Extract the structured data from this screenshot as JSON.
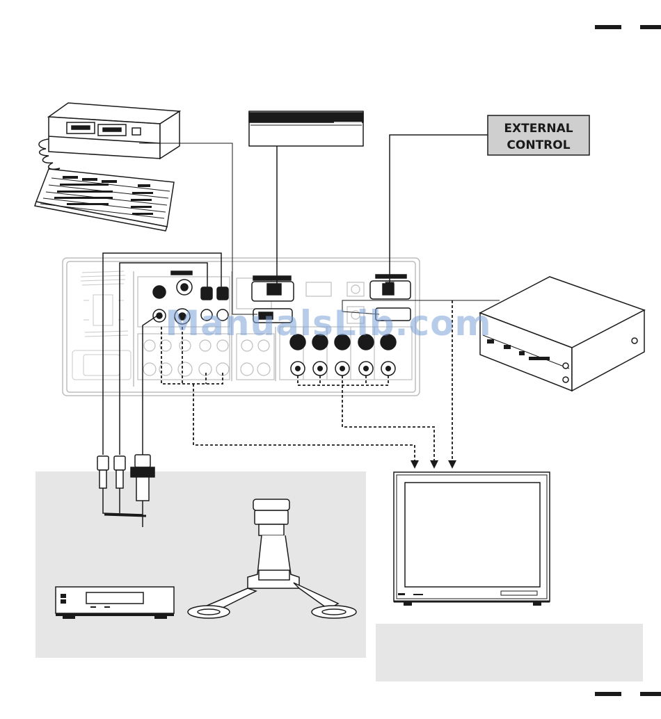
{
  "external_control": {
    "line1": "EXTERNAL",
    "line2": "CONTROL"
  },
  "watermark": "ManualsLib.com",
  "devices": [
    "desktop-computer",
    "keyboard",
    "audio-source-box",
    "external-control-box",
    "rear-connector-panel",
    "dvd-player",
    "vcr",
    "document-camera",
    "crt-monitor"
  ],
  "connections": {
    "solid": [
      "computer-to-panel",
      "audio-to-panel",
      "external-control-to-panel",
      "dvd-to-panel",
      "vcr-cables-to-panel"
    ],
    "dotted": [
      "panel-svideo-to-monitor",
      "panel-rgb-to-monitor",
      "panel-misc-to-monitor"
    ]
  },
  "colors": {
    "line": "#1a1a1a",
    "panel_gray": "#e6e6e6",
    "device_fill": "#ffffff",
    "watermark": "#7ea3d8"
  }
}
